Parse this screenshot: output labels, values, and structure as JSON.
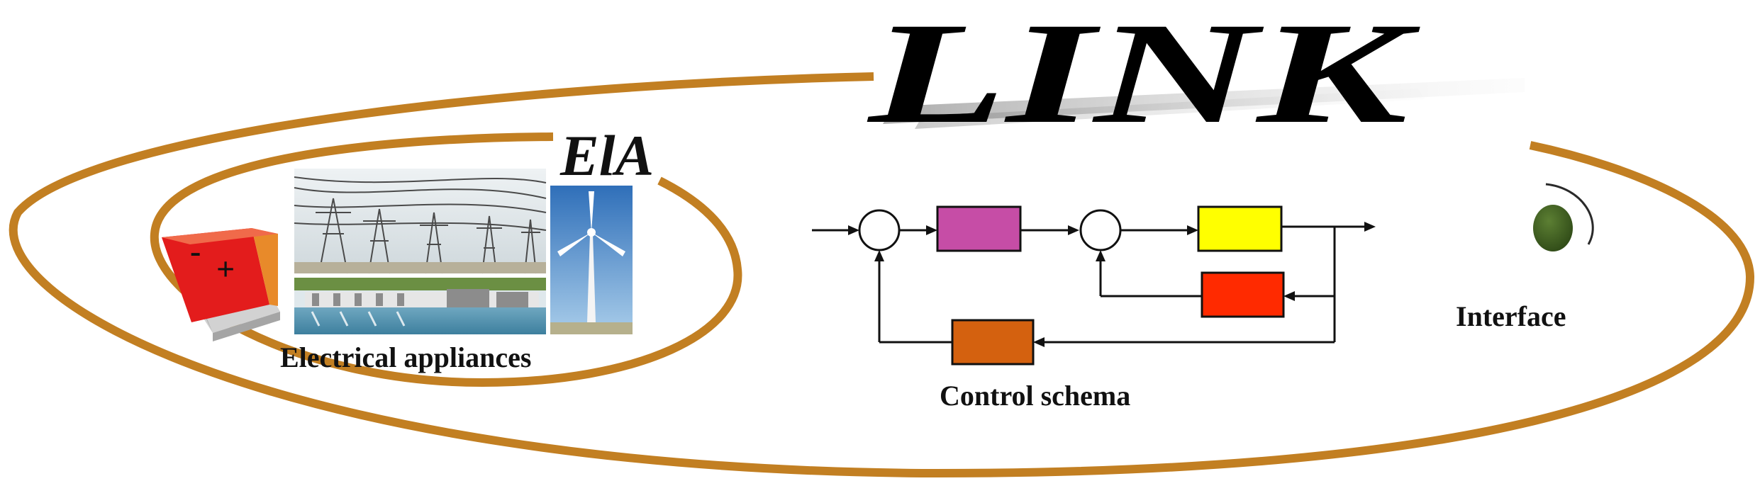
{
  "title": "LINK",
  "ela_label": "ElA",
  "labels": {
    "electrical_appliances": "Electrical appliances",
    "control_schema": "Control schema",
    "interface": "Interface"
  },
  "battery": {
    "minus": "-",
    "plus": "+"
  },
  "colors": {
    "ring": "#C27F22",
    "block_magenta": "#C64DA6",
    "block_yellow": "#FFFF00",
    "block_red": "#FF2A00",
    "block_orange": "#D4610F",
    "interface_knob": "#3E5E1F",
    "battery_red": "#E31C1C",
    "battery_orange": "#E88A2A"
  },
  "icons": {
    "battery": "battery-icon",
    "power_lines": "power-lines-photo",
    "dam": "dam-photo",
    "wind_turbine": "wind-turbine-photo",
    "interface_knob": "knob-icon"
  }
}
